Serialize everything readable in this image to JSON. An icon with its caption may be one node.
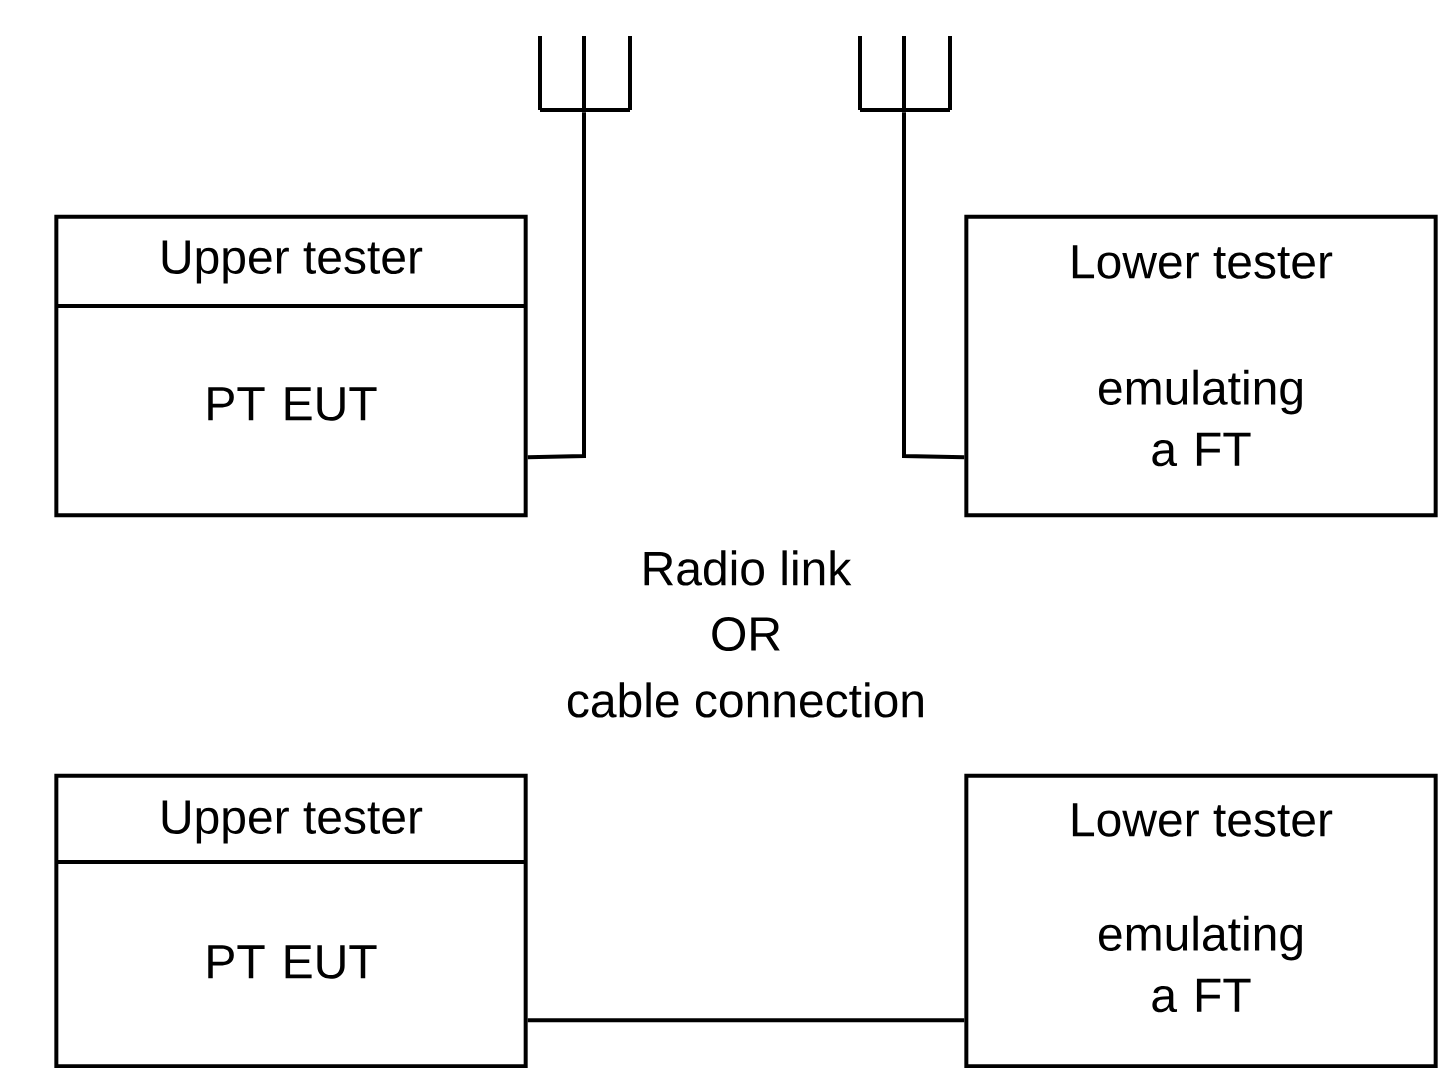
{
  "diagram": {
    "nodes": [
      {
        "text": [
          "Upper tester",
          "PT EUT"
        ]
      },
      {
        "text": [
          "Lower tester",
          "emulating a FT"
        ]
      },
      {
        "text": [],
        "shape": "antenna"
      },
      {
        "text": [],
        "shape": "antenna"
      },
      {
        "text": [
          "Upper tester",
          "PT EUT"
        ]
      },
      {
        "text": [
          "Lower tester",
          "emulating a FT"
        ]
      }
    ],
    "edges": [
      {
        "from": 0,
        "to": 2,
        "arrow": "none"
      },
      {
        "from": 1,
        "to": 3,
        "arrow": "none"
      },
      {
        "from": 4,
        "to": 5,
        "arrow": "none"
      }
    ],
    "labels": [
      "Radio link",
      "OR",
      "cable connection"
    ]
  }
}
